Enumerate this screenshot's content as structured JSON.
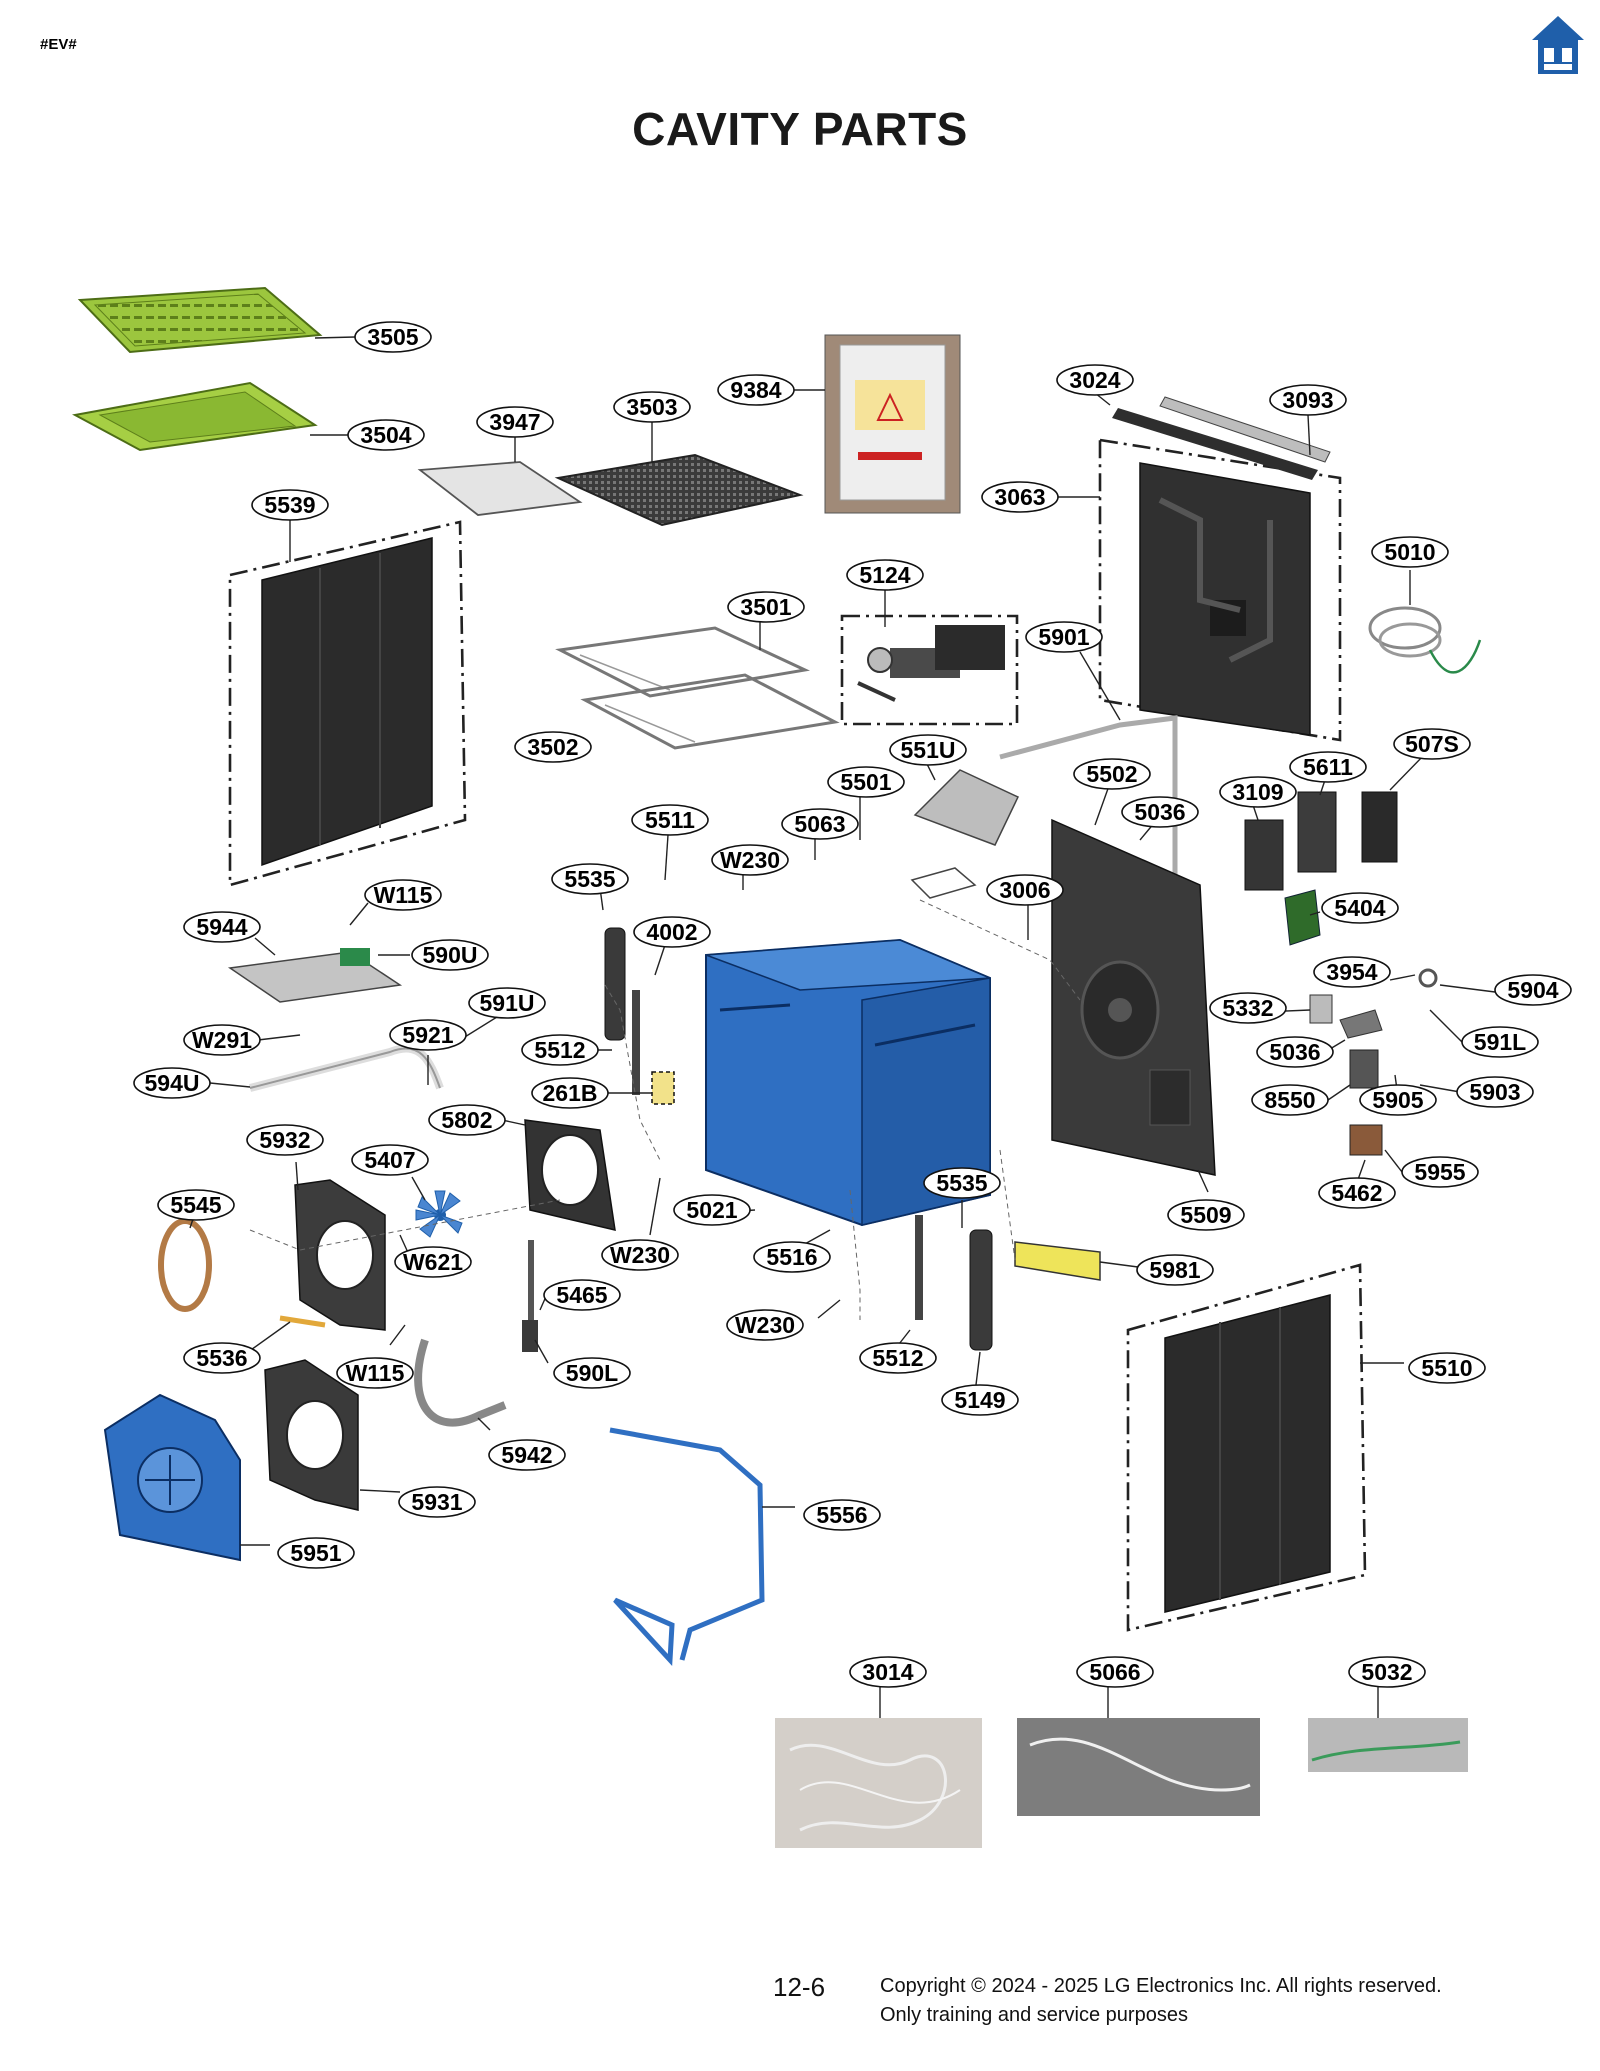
{
  "document_tag": "#EV#",
  "title": "CAVITY PARTS",
  "home_icon": "home-icon",
  "footer": {
    "page_number": "12-6",
    "copyright": "Copyright © 2024 - 2025 LG Electronics Inc. All rights reserved.",
    "usage_note": "Only training and service purposes"
  },
  "colors": {
    "accent_blue": "#1f5faa",
    "tray_green": "#9cc63e",
    "cavity_blue": "#2f6fc2",
    "panel_dark": "#2b2b2b"
  },
  "labels": {
    "p3505": "3505",
    "p3504": "3504",
    "p3947": "3947",
    "p3503": "3503",
    "p9384": "9384",
    "p3024": "3024",
    "p3093": "3093",
    "p3063": "3063",
    "p5539": "5539",
    "p5010": "5010",
    "p5124": "5124",
    "p3501": "3501",
    "p5901": "5901",
    "p3502": "3502",
    "p551U": "551U",
    "p507S": "507S",
    "p5611": "5611",
    "p5501": "5501",
    "p5502": "5502",
    "p3109": "3109",
    "p5511": "5511",
    "p5063": "5063",
    "p5036a": "5036",
    "pW230a": "W230",
    "p5535a": "5535",
    "p3006": "3006",
    "pW115a": "W115",
    "p5404": "5404",
    "p5944": "5944",
    "p590U": "590U",
    "p4002": "4002",
    "p3954": "3954",
    "p5904": "5904",
    "p591U": "591U",
    "p5332": "5332",
    "pW291": "W291",
    "p5921": "5921",
    "p5512a": "5512",
    "p591L": "591L",
    "p5036b": "5036",
    "p594U": "594U",
    "p261B": "261B",
    "p8550": "8550",
    "p5905": "5905",
    "p5903": "5903",
    "p5802": "5802",
    "p5932": "5932",
    "p5407": "5407",
    "p5955": "5955",
    "p5462": "5462",
    "p5535b": "5535",
    "p5545": "5545",
    "p5021": "5021",
    "p5509": "5509",
    "pW621": "W621",
    "pW230b": "W230",
    "p5516": "5516",
    "p5981": "5981",
    "p5465": "5465",
    "pW230c": "W230",
    "p5536": "5536",
    "pW115b": "W115",
    "p590L": "590L",
    "p5512b": "5512",
    "p5510": "5510",
    "p5149": "5149",
    "p5942": "5942",
    "p5931": "5931",
    "p5556": "5556",
    "p5951": "5951",
    "p3014": "3014",
    "p5066": "5066",
    "p5032": "5032"
  }
}
